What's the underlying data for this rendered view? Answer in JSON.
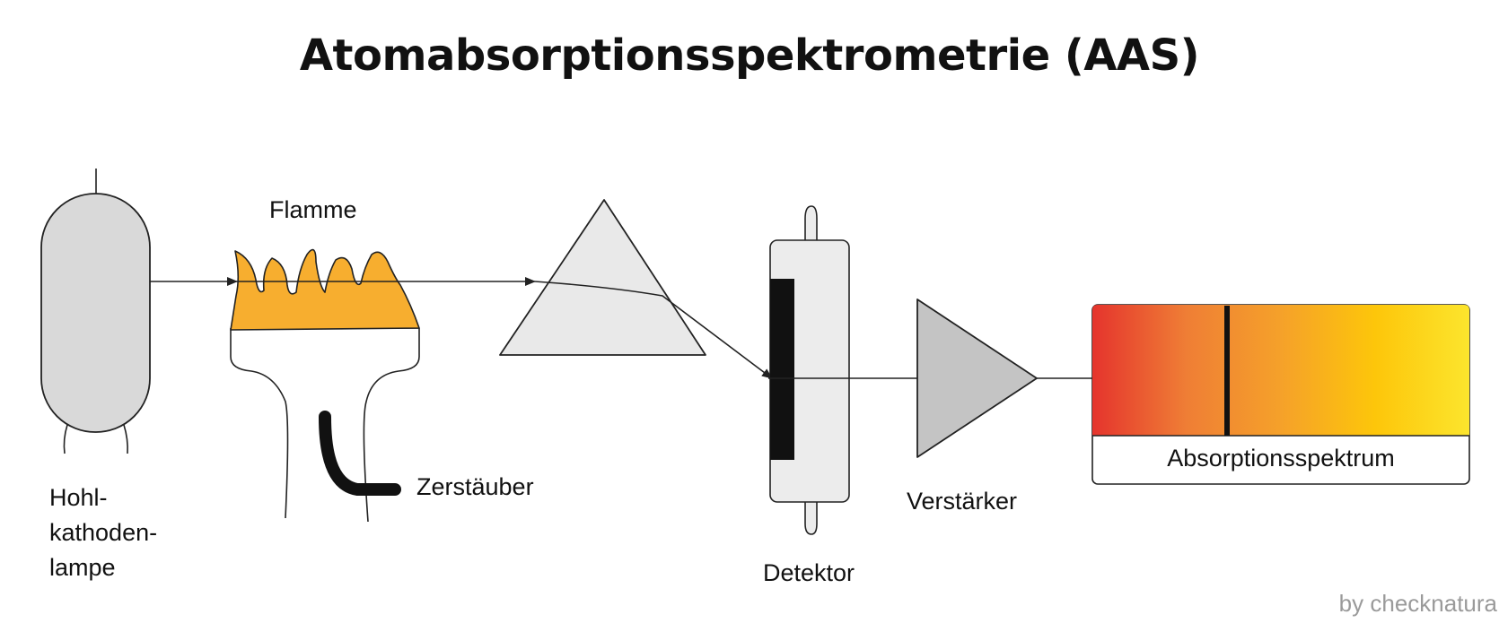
{
  "title": "Atomabsorptionsspektrometrie (AAS)",
  "labels": {
    "lamp": [
      "Hohl-",
      "kathoden-",
      "lampe"
    ],
    "flame": "Flamme",
    "nebulizer": "Zerstäuber",
    "detector": "Detektor",
    "amplifier": "Verstärker",
    "spectrum": "Absorptionsspektrum"
  },
  "credit": "by checknatura",
  "colors": {
    "flame_fill": "#F7AE2F",
    "lamp_fill": "#D9D9D9",
    "prism_fill": "#E9E9E9",
    "detector_fill": "#ECECEC",
    "amplifier_fill": "#C4C4C4",
    "spectrum_gradient": [
      "#E5342D",
      "#EF7E35",
      "#F9AE1C",
      "#FDC60A",
      "#FCE52D"
    ],
    "outline": "#222222"
  }
}
